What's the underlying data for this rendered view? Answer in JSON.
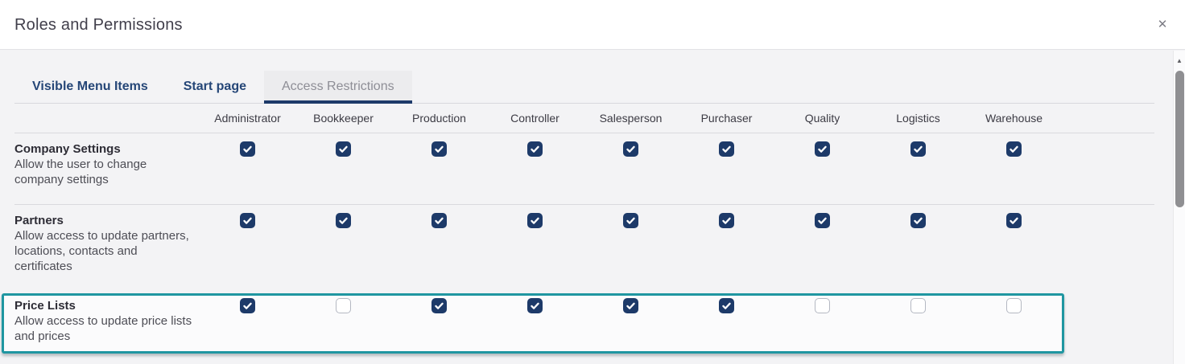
{
  "dialog": {
    "title": "Roles and Permissions",
    "close_icon": "✕"
  },
  "tabs": [
    {
      "label": "Visible Menu Items",
      "active": false
    },
    {
      "label": "Start page",
      "active": false
    },
    {
      "label": "Access Restrictions",
      "active": true
    }
  ],
  "permissions_table": {
    "role_columns": [
      "Administrator",
      "Bookkeeper",
      "Production",
      "Controller",
      "Salesperson",
      "Purchaser",
      "Quality",
      "Logistics",
      "Warehouse"
    ],
    "rows": [
      {
        "name": "Company Settings",
        "description": "Allow the user to change company settings",
        "highlighted": false,
        "checks": [
          true,
          true,
          true,
          true,
          true,
          true,
          true,
          true,
          true
        ]
      },
      {
        "name": "Partners",
        "description": "Allow access to update partners, locations, contacts and certificates",
        "highlighted": false,
        "checks": [
          true,
          true,
          true,
          true,
          true,
          true,
          true,
          true,
          true
        ]
      },
      {
        "name": "Price Lists",
        "description": "Allow access to update price lists and prices",
        "highlighted": true,
        "checks": [
          true,
          false,
          true,
          true,
          true,
          true,
          false,
          false,
          false
        ]
      }
    ]
  },
  "colors": {
    "checkbox_checked": "#1d3a69",
    "highlight_border": "#1f96a1",
    "tab_text": "#254677",
    "active_tab_underline": "#1d3a69"
  },
  "scrollbar": {
    "up_arrow": "▲"
  }
}
